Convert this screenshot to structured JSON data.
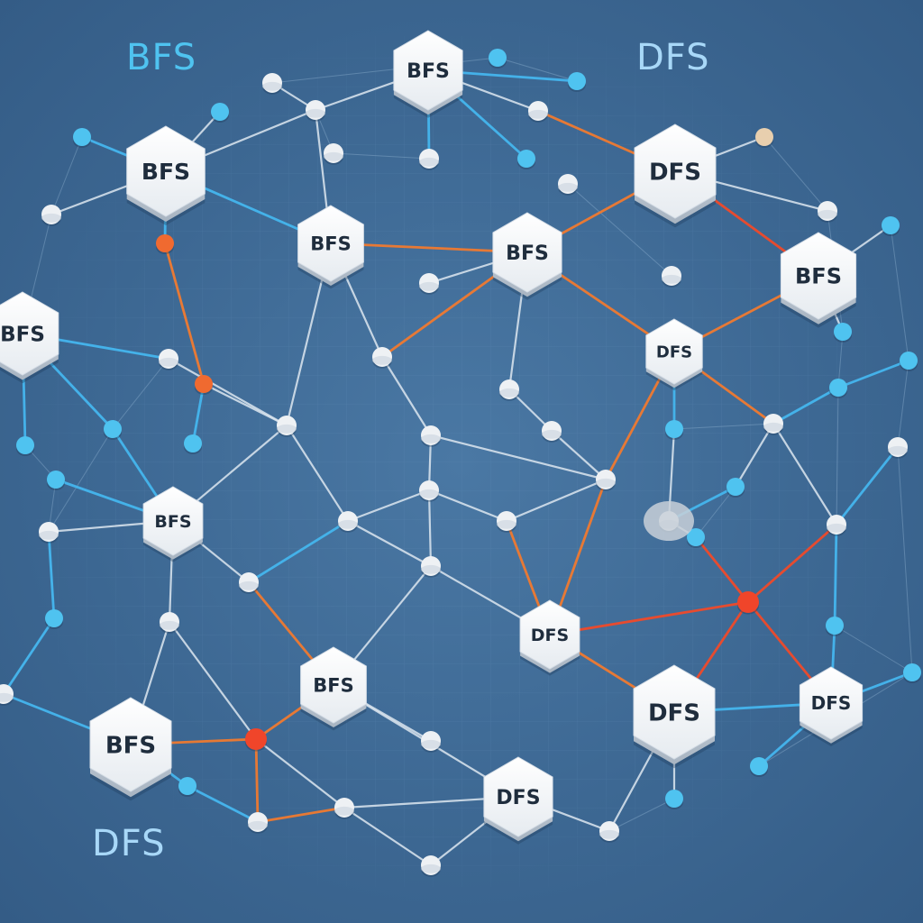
{
  "corner_labels": {
    "top_left": "BFS",
    "top_right": "DFS",
    "bottom_left": "DFS"
  },
  "colors": {
    "background": "#3f6a95",
    "grid": "#5a86b0",
    "edge_white": "#dde7f0",
    "edge_blue": "#45b6ee",
    "edge_orange": "#f07a30",
    "edge_red": "#f04a2a",
    "node_white": "#eef1f4",
    "node_blue": "#4fc3f0",
    "node_orange": "#f06a30",
    "node_red": "#f0452a",
    "node_beige": "#e8cfae",
    "label_bfs": "#4fc3f0",
    "label_dfs": "#a8d8f8"
  },
  "hex_nodes": [
    {
      "id": "h1",
      "label": "BFS"
    },
    {
      "id": "h2",
      "label": "BFS"
    },
    {
      "id": "h3",
      "label": "DFS"
    },
    {
      "id": "h4",
      "label": "BFS"
    },
    {
      "id": "h5",
      "label": "BFS"
    },
    {
      "id": "h6",
      "label": "BFS"
    },
    {
      "id": "h7",
      "label": "BFS"
    },
    {
      "id": "h8",
      "label": "DFS"
    },
    {
      "id": "h9",
      "label": "BFS"
    },
    {
      "id": "h10",
      "label": "DFS"
    },
    {
      "id": "h11",
      "label": "BFS"
    },
    {
      "id": "h12",
      "label": "BFS"
    },
    {
      "id": "h13",
      "label": "DFS"
    },
    {
      "id": "h14",
      "label": "DFS"
    },
    {
      "id": "h15",
      "label": "DFS"
    }
  ]
}
